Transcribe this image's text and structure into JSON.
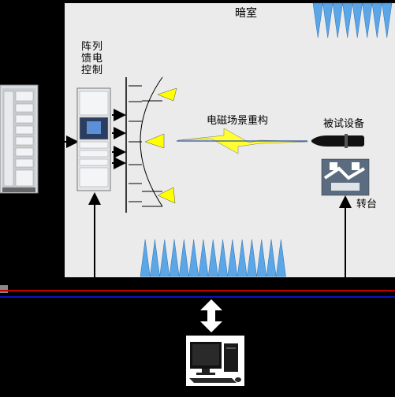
{
  "labels": {
    "chamber": "暗室",
    "array_feed_control": [
      "阵列",
      "馈电",
      "控制"
    ],
    "em_scene_reconstruction": "电磁场景重构",
    "device_under_test": "被试设备",
    "turntable": "转台"
  },
  "colors": {
    "background": "#000000",
    "chamber": "#ebebeb",
    "absorber": "#5aa6e6",
    "antenna_triangle": "#ffff00",
    "lightning": "#ffff33",
    "bus_red": "#c00000",
    "bus_blue": "#1010c0",
    "arrow": "#000000"
  },
  "icons": [
    "equipment-rack-icon",
    "controller-cabinet-icon",
    "missile-icon",
    "turntable-icon",
    "computer-icon",
    "lightning-icon",
    "double-arrow-icon"
  ]
}
